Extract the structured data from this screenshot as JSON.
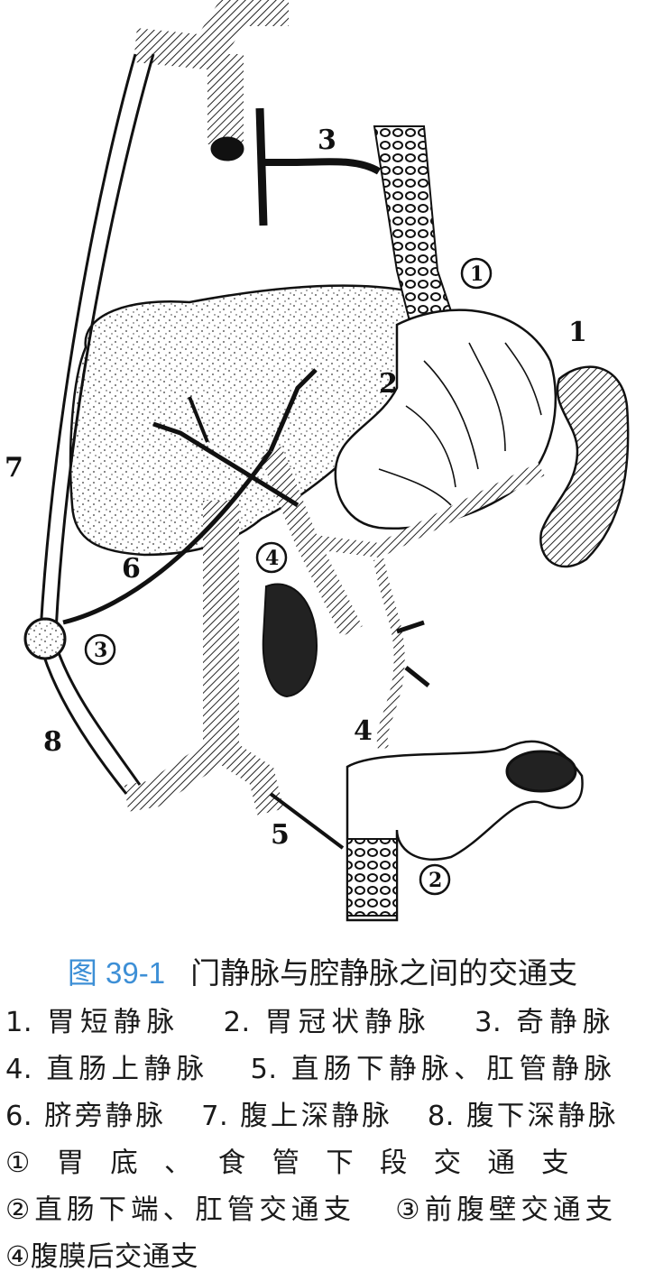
{
  "diagram": {
    "labels": {
      "l1": "1",
      "l2": "2",
      "l3": "3",
      "l4": "4",
      "l5": "5",
      "l6": "6",
      "l7": "7",
      "l8": "8",
      "c1": "①",
      "c2": "②",
      "c3": "③",
      "c4": "④"
    }
  },
  "caption": {
    "figure_number": "图 39-1",
    "title": "门静脉与腔静脉之间的交通支",
    "legend": [
      "1. 胃短静脉",
      "2. 胃冠状静脉",
      "3. 奇静脉",
      "4. 直肠上静脉",
      "5. 直肠下静脉、肛管静脉",
      "6. 脐旁静脉",
      "7. 腹上深静脉",
      "8. 腹下深静脉",
      "①胃底、食管下段交通支",
      "②直肠下端、肛管交通支",
      "③前腹壁交通支",
      "④腹膜后交通支"
    ]
  }
}
